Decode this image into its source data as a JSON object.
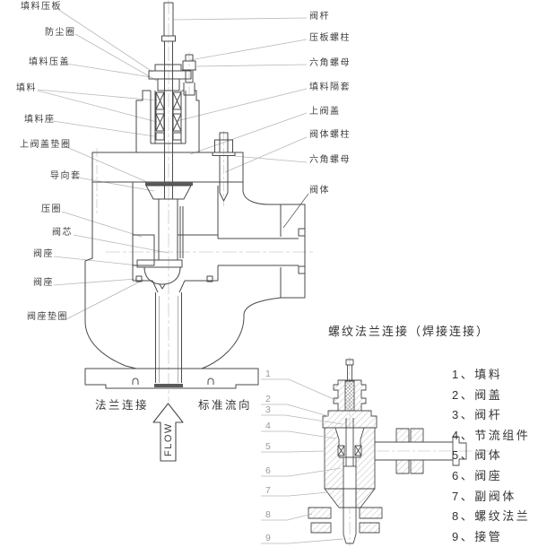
{
  "main_diagram": {
    "left_labels": [
      "填料压板",
      "防尘圈",
      "填料压盖",
      "填料",
      "填料座",
      "上阀盖垫圈",
      "导向套",
      "压圈",
      "阀芯",
      "阀座",
      "阀座",
      "阀座垫圈"
    ],
    "right_labels": [
      "阀杆",
      "压板螺柱",
      "六角螺母",
      "填料隔套",
      "上阀盖",
      "阀体螺柱",
      "六角螺母",
      "阀体"
    ],
    "flange_label": "法兰连接",
    "flow_direction_label": "标准流向",
    "flow_arrow_text": "FLOW"
  },
  "secondary_diagram": {
    "title": "螺纹法兰连接（焊接连接）",
    "callouts": [
      "1",
      "2",
      "3",
      "4",
      "5",
      "6",
      "7",
      "8",
      "9"
    ],
    "parts_list": [
      "1、填料",
      "2、阀盖",
      "3、阀杆",
      "4、节流组件",
      "5、阀体",
      "6、阀座",
      "7、副阀体",
      "8、螺纹法兰",
      "9、接管"
    ]
  },
  "colors": {
    "line": "#4a4a4a",
    "leader": "#b8b8b8",
    "text": "#3d3d3d",
    "background": "#ffffff"
  }
}
